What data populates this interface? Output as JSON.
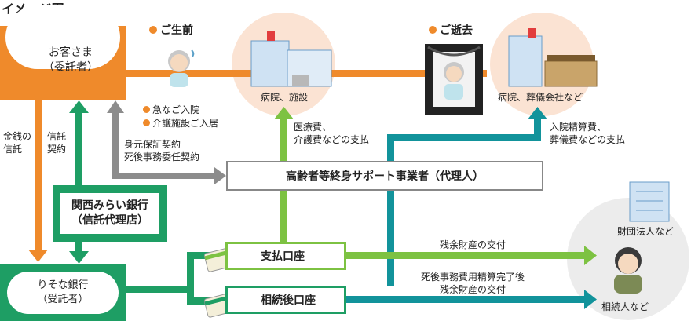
{
  "title": "イメージ図",
  "customer": {
    "label_line1": "お客さま",
    "label_line2": "（委託者）"
  },
  "stages": {
    "alive": "ご生前",
    "deceased": "ご逝去"
  },
  "events": [
    "急なご入院",
    "介護施設ご入居"
  ],
  "places": {
    "hospital": "病院、施設",
    "hospital_funeral": "病院、葬儀会社など"
  },
  "flows": {
    "money_trust": [
      "金銭の",
      "信託"
    ],
    "trust_contract": [
      "信託",
      "契約"
    ],
    "guarantee_contract": [
      "身元保証契約",
      "死後事務委任契約"
    ],
    "medical_payment": [
      "医療費、",
      "介護費などの支払"
    ],
    "hospital_settlement": [
      "入院精算費、",
      "葬儀費などの支払"
    ],
    "residual_delivery": "残余財産の交付",
    "after_settlement": [
      "死後事務費用精算完了後",
      "残余財産の交付"
    ]
  },
  "agent": "高齢者等終身サポート事業者（代理人）",
  "kansai_bank": {
    "line1": "関西みらい銀行",
    "line2": "（信託代理店）"
  },
  "resona_bank": {
    "line1": "りそな銀行",
    "line2": "（受託者）"
  },
  "accounts": {
    "payment": "支払口座",
    "inheritance": "相続後口座"
  },
  "recipients": {
    "foundation": "財団法人など",
    "heirs": "相続人など"
  },
  "colors": {
    "orange": "#ef8a2b",
    "green": "#1e9e64",
    "light_green": "#7dc242",
    "teal": "#12939b",
    "gray": "#8c8c8c",
    "peach": "#fbe3d3"
  }
}
